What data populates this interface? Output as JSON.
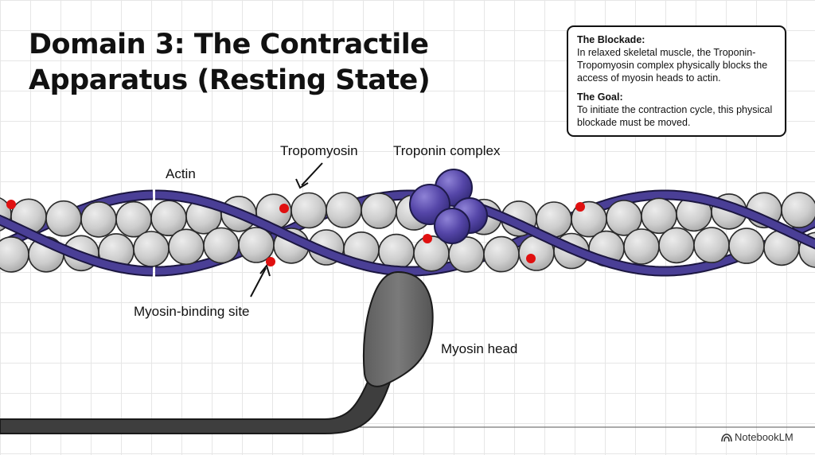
{
  "title": {
    "line1": "Domain 3: The Contractile",
    "line2": "Apparatus (Resting State)"
  },
  "info_box": {
    "blockade_heading": "The Blockade:",
    "blockade_text": "In relaxed skeletal muscle, the Troponin-Tropomyosin complex physically blocks the access of myosin heads to actin.",
    "goal_heading": "The Goal:",
    "goal_text": "To initiate the contraction cycle, this physical blockade must be moved."
  },
  "labels": {
    "actin": "Actin",
    "tropomyosin": "Tropomyosin",
    "troponin": "Troponin complex",
    "binding_site": "Myosin-binding site",
    "myosin_head": "Myosin head"
  },
  "branding": {
    "name": "NotebookLM",
    "icon": "notebooklm-logo-icon"
  },
  "colors": {
    "tropomyosin": "#4a3f96",
    "troponin": "#4d3f9e",
    "actin_bead": "#c8c8c8",
    "binding_site": "#e01010",
    "myosin": "#6b6b6b"
  }
}
